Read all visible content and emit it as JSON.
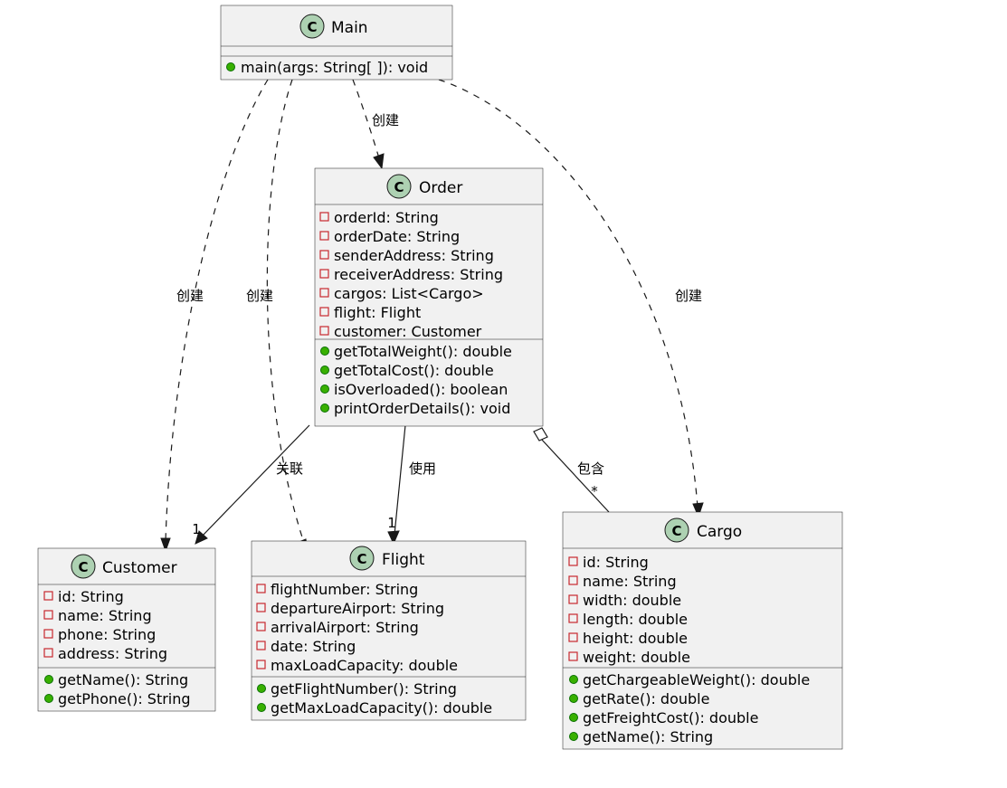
{
  "diagram": {
    "kind": "uml-class-diagram",
    "background_color": "#FFFFFF",
    "box_fill": "#F1F1F1",
    "box_stroke": "#181818",
    "class_icon_color": "#ADD1B2",
    "field_marker_color": "#C82930",
    "method_marker_color": "#38B000",
    "class_icon_letter": "C"
  },
  "classes": {
    "main": {
      "name": "Main",
      "fields": [],
      "methods": [
        "main(args: String[ ]): void"
      ]
    },
    "order": {
      "name": "Order",
      "fields": [
        "orderId: String",
        "orderDate: String",
        "senderAddress: String",
        "receiverAddress: String",
        "cargos: List<Cargo>",
        "flight: Flight",
        "customer: Customer"
      ],
      "methods": [
        "getTotalWeight(): double",
        "getTotalCost(): double",
        "isOverloaded(): boolean",
        "printOrderDetails(): void"
      ]
    },
    "customer": {
      "name": "Customer",
      "fields": [
        "id: String",
        "name: String",
        "phone: String",
        "address: String"
      ],
      "methods": [
        "getName(): String",
        "getPhone(): String"
      ]
    },
    "flight": {
      "name": "Flight",
      "fields": [
        "flightNumber: String",
        "departureAirport: String",
        "arrivalAirport: String",
        "date: String",
        "maxLoadCapacity: double"
      ],
      "methods": [
        "getFlightNumber(): String",
        "getMaxLoadCapacity(): double"
      ]
    },
    "cargo": {
      "name": "Cargo",
      "fields": [
        "id: String",
        "name: String",
        "width: double",
        "length: double",
        "height: double",
        "weight: double"
      ],
      "methods": [
        "getChargeableWeight(): double",
        "getRate(): double",
        "getFreightCost(): double",
        "getName(): String"
      ]
    }
  },
  "edges": {
    "main_customer": {
      "label": "创建",
      "style": "dashed",
      "from": "Main",
      "to": "Customer"
    },
    "main_flight": {
      "label": "创建",
      "style": "dashed",
      "from": "Main",
      "to": "Flight"
    },
    "main_order": {
      "label": "创建",
      "style": "dashed",
      "from": "Main",
      "to": "Order"
    },
    "main_cargo": {
      "label": "创建",
      "style": "dashed",
      "from": "Main",
      "to": "Cargo"
    },
    "order_customer": {
      "label": "关联",
      "style": "solid",
      "from": "Order",
      "to": "Customer",
      "multiplicity": "1"
    },
    "order_flight": {
      "label": "使用",
      "style": "solid",
      "from": "Order",
      "to": "Flight",
      "multiplicity": "1"
    },
    "order_cargo": {
      "label": "包含",
      "style": "aggregation",
      "from": "Order",
      "to": "Cargo",
      "multiplicity": "*"
    }
  }
}
